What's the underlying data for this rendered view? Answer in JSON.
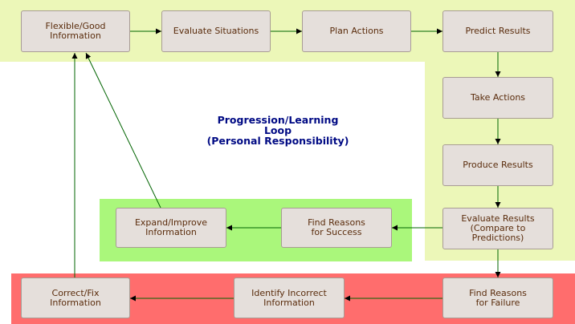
{
  "title": "Progression/Learning\nLoop\n(Personal Responsibility)",
  "colors": {
    "band_top": "#ecf7b8",
    "band_success": "#aaf77b",
    "band_failure": "#ff6d6d",
    "node_fill": "#e5dfdb",
    "node_text": "#5a2c0c",
    "title_text": "#000a84"
  },
  "nodes": {
    "flexible_info": "Flexible/Good\nInformation",
    "evaluate_situations": "Evaluate Situations",
    "plan_actions": "Plan Actions",
    "predict_results": "Predict Results",
    "take_actions": "Take Actions",
    "produce_results": "Produce Results",
    "evaluate_results": "Evaluate Results\n(Compare to Predictions)",
    "success_reasons": "Find Reasons\nfor Success",
    "expand_info": "Expand/Improve\nInformation",
    "failure_reasons": "Find Reasons\nfor Failure",
    "identify_incorrect": "Identify Incorrect\nInformation",
    "correct_info": "Correct/Fix\nInformation"
  },
  "edges": [
    [
      "flexible_info",
      "evaluate_situations"
    ],
    [
      "evaluate_situations",
      "plan_actions"
    ],
    [
      "plan_actions",
      "predict_results"
    ],
    [
      "predict_results",
      "take_actions"
    ],
    [
      "take_actions",
      "produce_results"
    ],
    [
      "produce_results",
      "evaluate_results"
    ],
    [
      "evaluate_results",
      "success_reasons"
    ],
    [
      "success_reasons",
      "expand_info"
    ],
    [
      "expand_info",
      "flexible_info"
    ],
    [
      "evaluate_results",
      "failure_reasons"
    ],
    [
      "failure_reasons",
      "identify_incorrect"
    ],
    [
      "identify_incorrect",
      "correct_info"
    ],
    [
      "correct_info",
      "flexible_info"
    ]
  ]
}
